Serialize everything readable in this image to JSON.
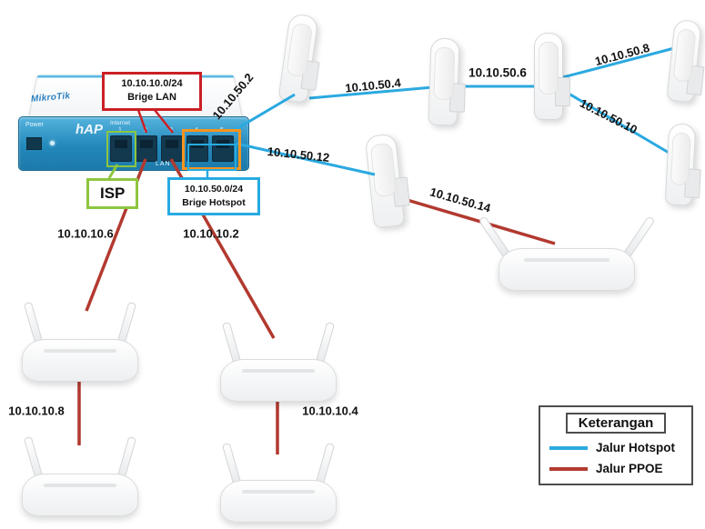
{
  "colors": {
    "hotspot_line": "#2ba9e0",
    "ppoe_line": "#b2392f",
    "lan_box_border": "#cb2026",
    "isp_box_border": "#8dc63f",
    "hotspot_box_border": "#27aae1",
    "port_highlight": "#f7941d"
  },
  "router": {
    "brand": "MikroTik",
    "model": "hAP",
    "power_label": "Power",
    "internet_label": "Internet",
    "lan_label": "LAN",
    "ports": [
      "1",
      "2",
      "3",
      "4",
      "5"
    ]
  },
  "callouts": {
    "lan_bridge": {
      "line1": "10.10.10.0/24",
      "line2": "Brige LAN"
    },
    "isp_label": "ISP",
    "hotspot_bridge": {
      "line1": "10.10.50.0/24",
      "line2": "Brige Hotspot"
    }
  },
  "ips": {
    "s2": "10.10.50.2",
    "s4": "10.10.50.4",
    "s6": "10.10.50.6",
    "s8": "10.10.50.8",
    "s10": "10.10.50.10",
    "s12": "10.10.50.12",
    "s14": "10.10.50.14",
    "t2": "10.10.10.2",
    "t4": "10.10.10.4",
    "t6": "10.10.10.6",
    "t8": "10.10.10.8"
  },
  "legend": {
    "title": "Keterangan",
    "items": [
      {
        "label": "Jalur Hotspot",
        "color": "#2ba9e0"
      },
      {
        "label": "Jalur PPOE",
        "color": "#b2392f"
      }
    ]
  }
}
